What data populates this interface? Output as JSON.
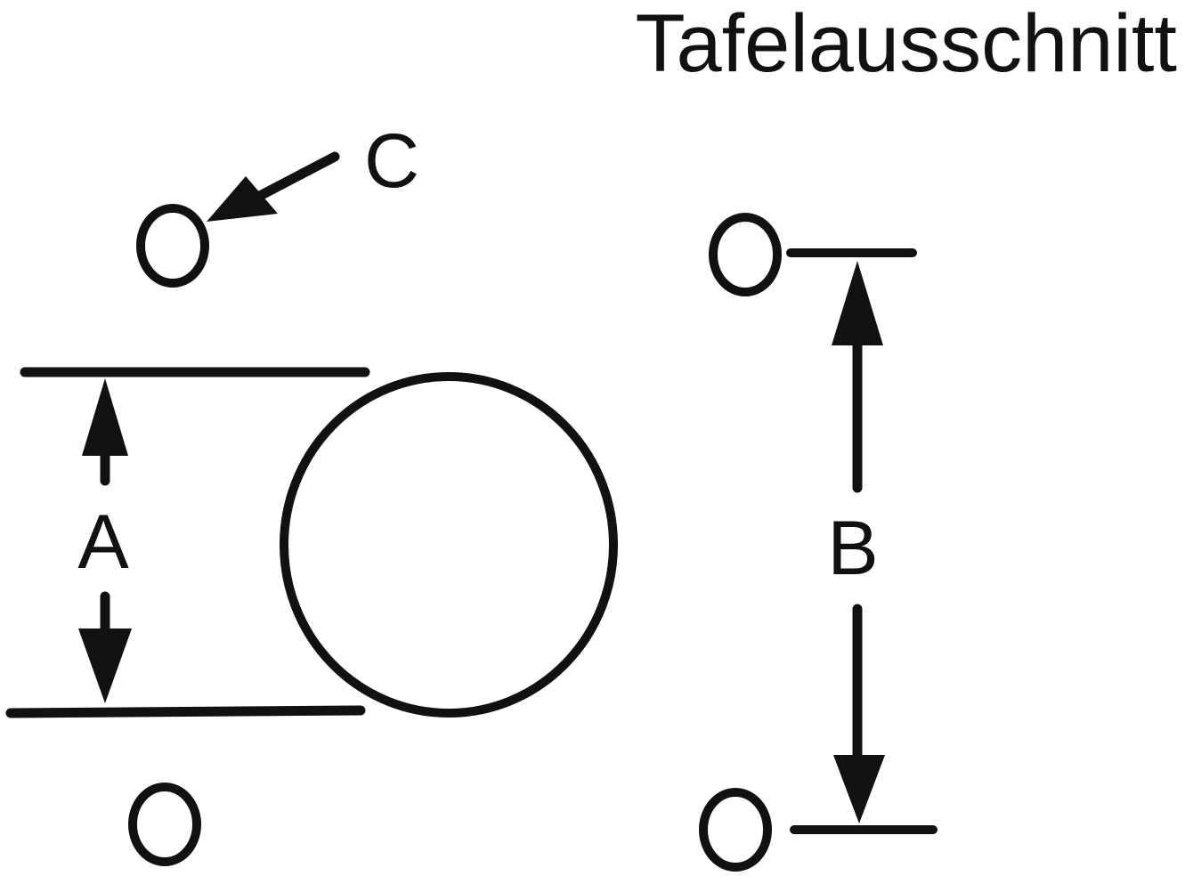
{
  "title": "Tafelausschnitt",
  "labels": {
    "a": "A",
    "b": "B",
    "c": "C"
  },
  "colors": {
    "ink": "#111111",
    "background": "#ffffff"
  }
}
